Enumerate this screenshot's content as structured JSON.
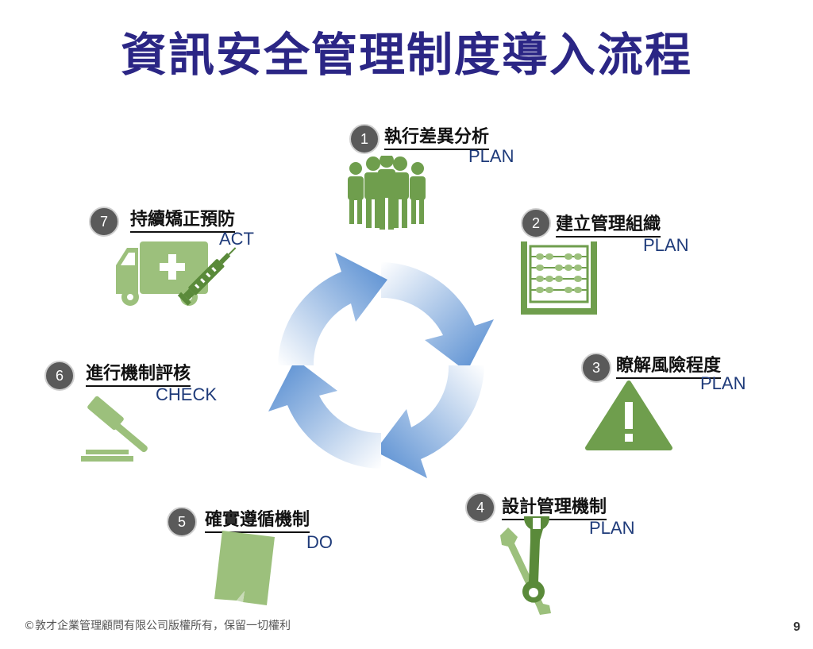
{
  "title": "資訊安全管理制度導入流程",
  "steps": [
    {
      "num": "1",
      "label": "執行差異分析",
      "phase": "PLAN",
      "icon": "people-icon"
    },
    {
      "num": "2",
      "label": "建立管理組織",
      "phase": "PLAN",
      "icon": "abacus-icon"
    },
    {
      "num": "3",
      "label": "瞭解風險程度",
      "phase": "PLAN",
      "icon": "warning-icon"
    },
    {
      "num": "4",
      "label": "設計管理機制",
      "phase": "PLAN",
      "icon": "wrench-icon"
    },
    {
      "num": "5",
      "label": "確實遵循機制",
      "phase": "DO",
      "icon": "document-icon"
    },
    {
      "num": "6",
      "label": "進行機制評核",
      "phase": "CHECK",
      "icon": "gavel-icon"
    },
    {
      "num": "7",
      "label": "持續矯正預防",
      "phase": "ACT",
      "icon": "ambulance-icon"
    }
  ],
  "colors": {
    "title": "#2b2685",
    "icon_green": "#6f9e4d",
    "icon_light_green": "#9cc07c",
    "cycle_blue": "#5b8fd0"
  },
  "footer": "©敦才企業管理顧問有限公司版權所有，保留一切權利",
  "page_number": "9"
}
